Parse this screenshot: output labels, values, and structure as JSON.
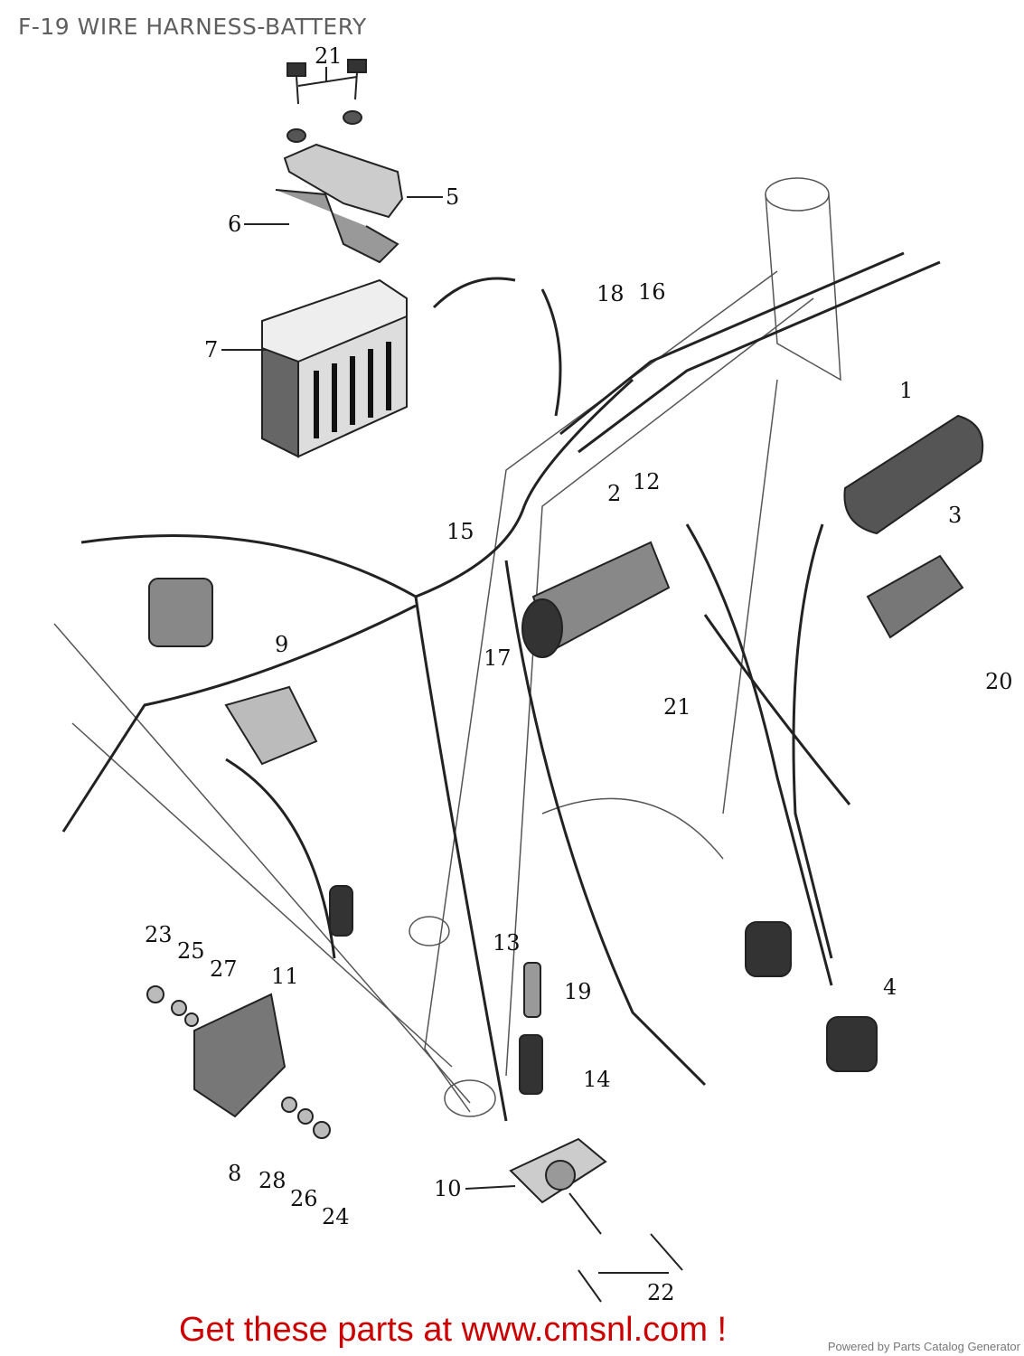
{
  "title": "F-19 WIRE HARNESS-BATTERY",
  "callouts": [
    "21",
    "5",
    "6",
    "7",
    "18",
    "16",
    "1",
    "12",
    "2",
    "3",
    "15",
    "9",
    "17",
    "21",
    "20",
    "23",
    "25",
    "27",
    "11",
    "13",
    "19",
    "4",
    "14",
    "8",
    "28",
    "26",
    "24",
    "10",
    "22"
  ],
  "footer": {
    "cta": "Get these parts at www.cmsnl.com !",
    "powered_by": "Powered by Parts Catalog Generator"
  }
}
